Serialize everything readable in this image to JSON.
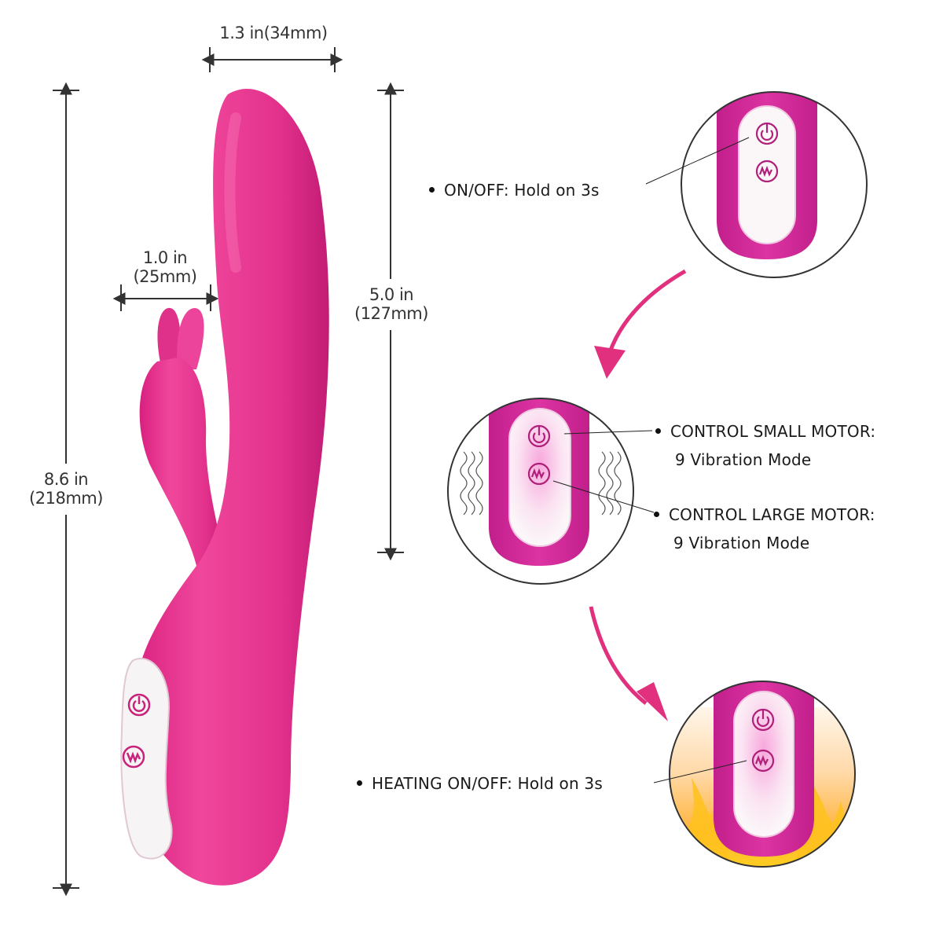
{
  "colors": {
    "product_pink": "#e8338f",
    "product_pink_dark": "#c8237a",
    "panel_magenta": "#d22b96",
    "button_white": "#f8f4f6",
    "icon_stroke": "#b01f7a",
    "line": "#333333",
    "arrow_pink": "#e0307e",
    "flame_yellow": "#ffd21f",
    "flame_orange": "#ff9a1f"
  },
  "dimensions": {
    "head_width": "1.3 in(34mm)",
    "rabbit_width_in": "1.0 in",
    "rabbit_width_mm": "(25mm)",
    "insert_length_in": "5.0 in",
    "insert_length_mm": "(127mm)",
    "total_length_in": "8.6 in",
    "total_length_mm": "(218mm)"
  },
  "callouts": {
    "power": {
      "label": "ON/OFF:  Hold on 3s"
    },
    "small_motor": {
      "label": "CONTROL SMALL MOTOR:",
      "sub": "9 Vibration Mode"
    },
    "large_motor": {
      "label": "CONTROL LARGE MOTOR:",
      "sub": "9 Vibration Mode"
    },
    "heating": {
      "label": "HEATING ON/OFF:  Hold on 3s"
    }
  },
  "icons": {
    "power": "power-icon",
    "mode": "wave-mode-icon"
  }
}
